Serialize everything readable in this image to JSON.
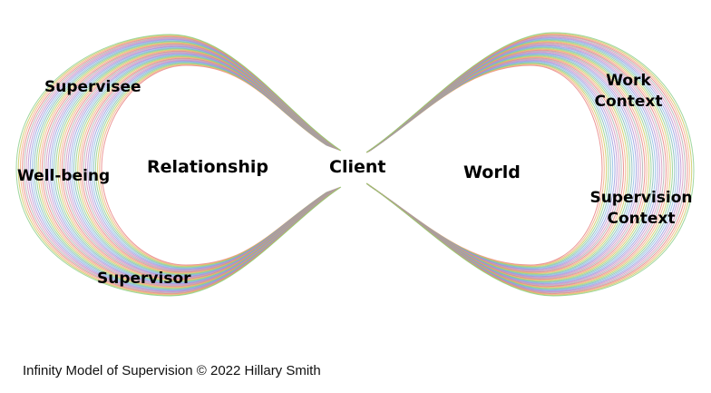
{
  "diagram": {
    "labels": {
      "supervisee": "Supervisee",
      "wellbeing": "Well-being",
      "supervisor": "Supervisor",
      "relationship": "Relationship",
      "client": "Client",
      "world": "World",
      "work_line1": "Work",
      "work_line2": "Context",
      "supervision_line1": "Supervision",
      "supervision_line2": "Context"
    },
    "colors": {
      "stroke_palette": [
        "#e57373",
        "#f0a070",
        "#c6c24a",
        "#7fc97f",
        "#6fb0b0",
        "#7fb3e0",
        "#8a8fd8",
        "#b084cc",
        "#d089b5",
        "#a6a6a6"
      ],
      "text": "#000000"
    }
  },
  "caption": "Infinity Model of Supervision © 2022 Hillary Smith"
}
